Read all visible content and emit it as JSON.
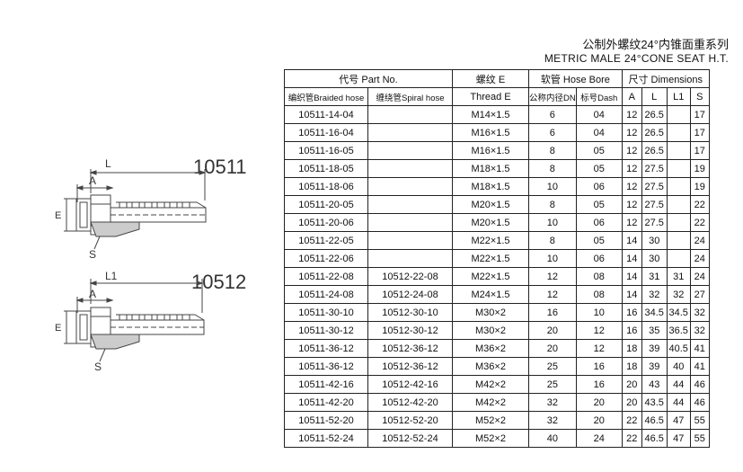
{
  "title": {
    "cn": "公制外螺纹24°内锥面重系列",
    "en": "METRIC MALE 24°CONE SEAT H.T."
  },
  "drawings": [
    {
      "model": "10511",
      "labels": {
        "length": "L",
        "a": "A",
        "e": "E",
        "s": "S"
      }
    },
    {
      "model": "10512",
      "labels": {
        "length": "L1",
        "a": "A",
        "e": "E",
        "s": "S"
      }
    }
  ],
  "table": {
    "headers": {
      "part_no": "代号 Part No.",
      "braided": "编织管Braided hose",
      "spiral": "缠绕管Spiral hose",
      "thread_top": "螺纹 E",
      "thread_sub": "Thread E",
      "hose_bore": "软管 Hose Bore",
      "dn": "公称内径DN",
      "dash": "标号Dash",
      "dimensions": "尺寸 Dimensions",
      "a": "A",
      "l": "L",
      "l1": "L1",
      "s": "S"
    },
    "rows": [
      {
        "braided": "10511-14-04",
        "spiral": "",
        "thread": "M14×1.5",
        "dn": "6",
        "dash": "04",
        "a": "12",
        "l": "26.5",
        "l1": "",
        "s": "17"
      },
      {
        "braided": "10511-16-04",
        "spiral": "",
        "thread": "M16×1.5",
        "dn": "6",
        "dash": "04",
        "a": "12",
        "l": "26.5",
        "l1": "",
        "s": "17"
      },
      {
        "braided": "10511-16-05",
        "spiral": "",
        "thread": "M16×1.5",
        "dn": "8",
        "dash": "05",
        "a": "12",
        "l": "26.5",
        "l1": "",
        "s": "17"
      },
      {
        "braided": "10511-18-05",
        "spiral": "",
        "thread": "M18×1.5",
        "dn": "8",
        "dash": "05",
        "a": "12",
        "l": "27.5",
        "l1": "",
        "s": "19"
      },
      {
        "braided": "10511-18-06",
        "spiral": "",
        "thread": "M18×1.5",
        "dn": "10",
        "dash": "06",
        "a": "12",
        "l": "27.5",
        "l1": "",
        "s": "19"
      },
      {
        "braided": "10511-20-05",
        "spiral": "",
        "thread": "M20×1.5",
        "dn": "8",
        "dash": "05",
        "a": "12",
        "l": "27.5",
        "l1": "",
        "s": "22"
      },
      {
        "braided": "10511-20-06",
        "spiral": "",
        "thread": "M20×1.5",
        "dn": "10",
        "dash": "06",
        "a": "12",
        "l": "27.5",
        "l1": "",
        "s": "22"
      },
      {
        "braided": "10511-22-05",
        "spiral": "",
        "thread": "M22×1.5",
        "dn": "8",
        "dash": "05",
        "a": "14",
        "l": "30",
        "l1": "",
        "s": "24"
      },
      {
        "braided": "10511-22-06",
        "spiral": "",
        "thread": "M22×1.5",
        "dn": "10",
        "dash": "06",
        "a": "14",
        "l": "30",
        "l1": "",
        "s": "24"
      },
      {
        "braided": "10511-22-08",
        "spiral": "10512-22-08",
        "thread": "M22×1.5",
        "dn": "12",
        "dash": "08",
        "a": "14",
        "l": "31",
        "l1": "31",
        "s": "24"
      },
      {
        "braided": "10511-24-08",
        "spiral": "10512-24-08",
        "thread": "M24×1.5",
        "dn": "12",
        "dash": "08",
        "a": "14",
        "l": "32",
        "l1": "32",
        "s": "27"
      },
      {
        "braided": "10511-30-10",
        "spiral": "10512-30-10",
        "thread": "M30×2",
        "dn": "16",
        "dash": "10",
        "a": "16",
        "l": "34.5",
        "l1": "34.5",
        "s": "32"
      },
      {
        "braided": "10511-30-12",
        "spiral": "10512-30-12",
        "thread": "M30×2",
        "dn": "20",
        "dash": "12",
        "a": "16",
        "l": "35",
        "l1": "36.5",
        "s": "32"
      },
      {
        "braided": "10511-36-12",
        "spiral": "10512-36-12",
        "thread": "M36×2",
        "dn": "20",
        "dash": "12",
        "a": "18",
        "l": "39",
        "l1": "40.5",
        "s": "41"
      },
      {
        "braided": "10511-36-12",
        "spiral": "10512-36-12",
        "thread": "M36×2",
        "dn": "25",
        "dash": "16",
        "a": "18",
        "l": "39",
        "l1": "40",
        "s": "41"
      },
      {
        "braided": "10511-42-16",
        "spiral": "10512-42-16",
        "thread": "M42×2",
        "dn": "25",
        "dash": "16",
        "a": "20",
        "l": "43",
        "l1": "44",
        "s": "46"
      },
      {
        "braided": "10511-42-20",
        "spiral": "10512-42-20",
        "thread": "M42×2",
        "dn": "32",
        "dash": "20",
        "a": "20",
        "l": "43.5",
        "l1": "44",
        "s": "46"
      },
      {
        "braided": "10511-52-20",
        "spiral": "10512-52-20",
        "thread": "M52×2",
        "dn": "32",
        "dash": "20",
        "a": "22",
        "l": "46.5",
        "l1": "47",
        "s": "55"
      },
      {
        "braided": "10511-52-24",
        "spiral": "10512-52-24",
        "thread": "M52×2",
        "dn": "40",
        "dash": "24",
        "a": "22",
        "l": "46.5",
        "l1": "47",
        "s": "55"
      }
    ]
  }
}
